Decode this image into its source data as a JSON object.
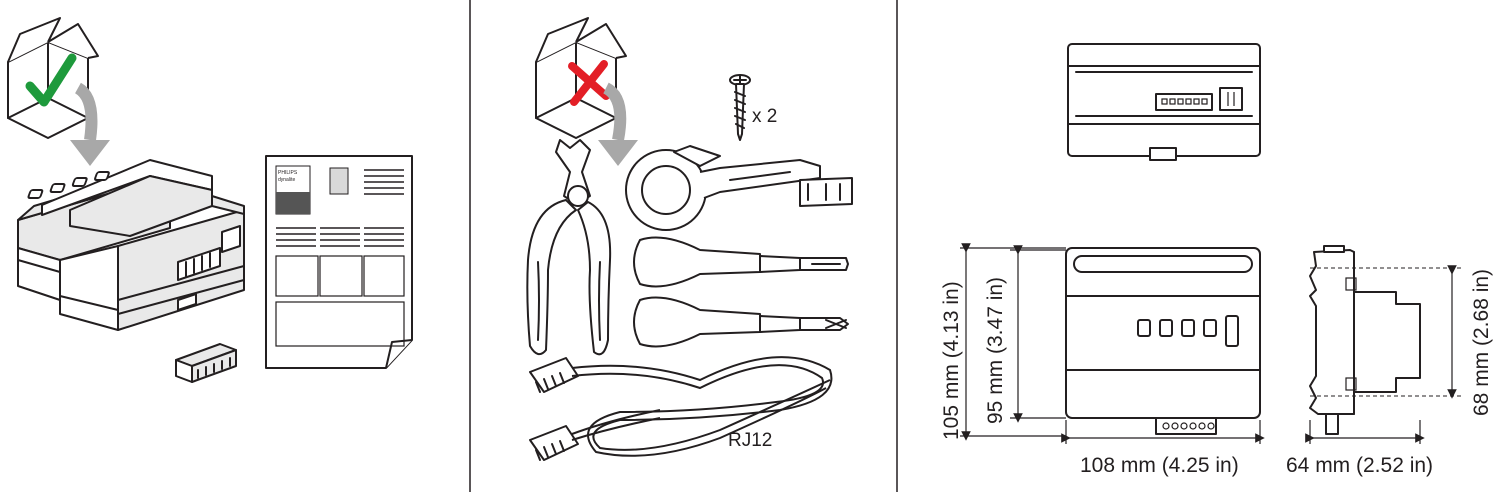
{
  "panels": {
    "in_box": {
      "document_brand": {
        "top": "PHILIPS",
        "main": "dynalite"
      },
      "check_color": "#1e9a3c",
      "arrow_color": "#a8a8a8"
    },
    "not_in_box": {
      "cross_color": "#e31e26",
      "screw_quantity": "x 2",
      "cable_label": "RJ12"
    },
    "dimensions": {
      "height_outer": "105 mm (4.13 in)",
      "height_inner": "95 mm (3.47 in)",
      "width": "108 mm (4.25 in)",
      "depth": "64 mm (2.52 in)",
      "side_height": "68 mm (2.68 in)"
    }
  },
  "colors": {
    "divider": "#231f20",
    "line": "#231f20"
  }
}
